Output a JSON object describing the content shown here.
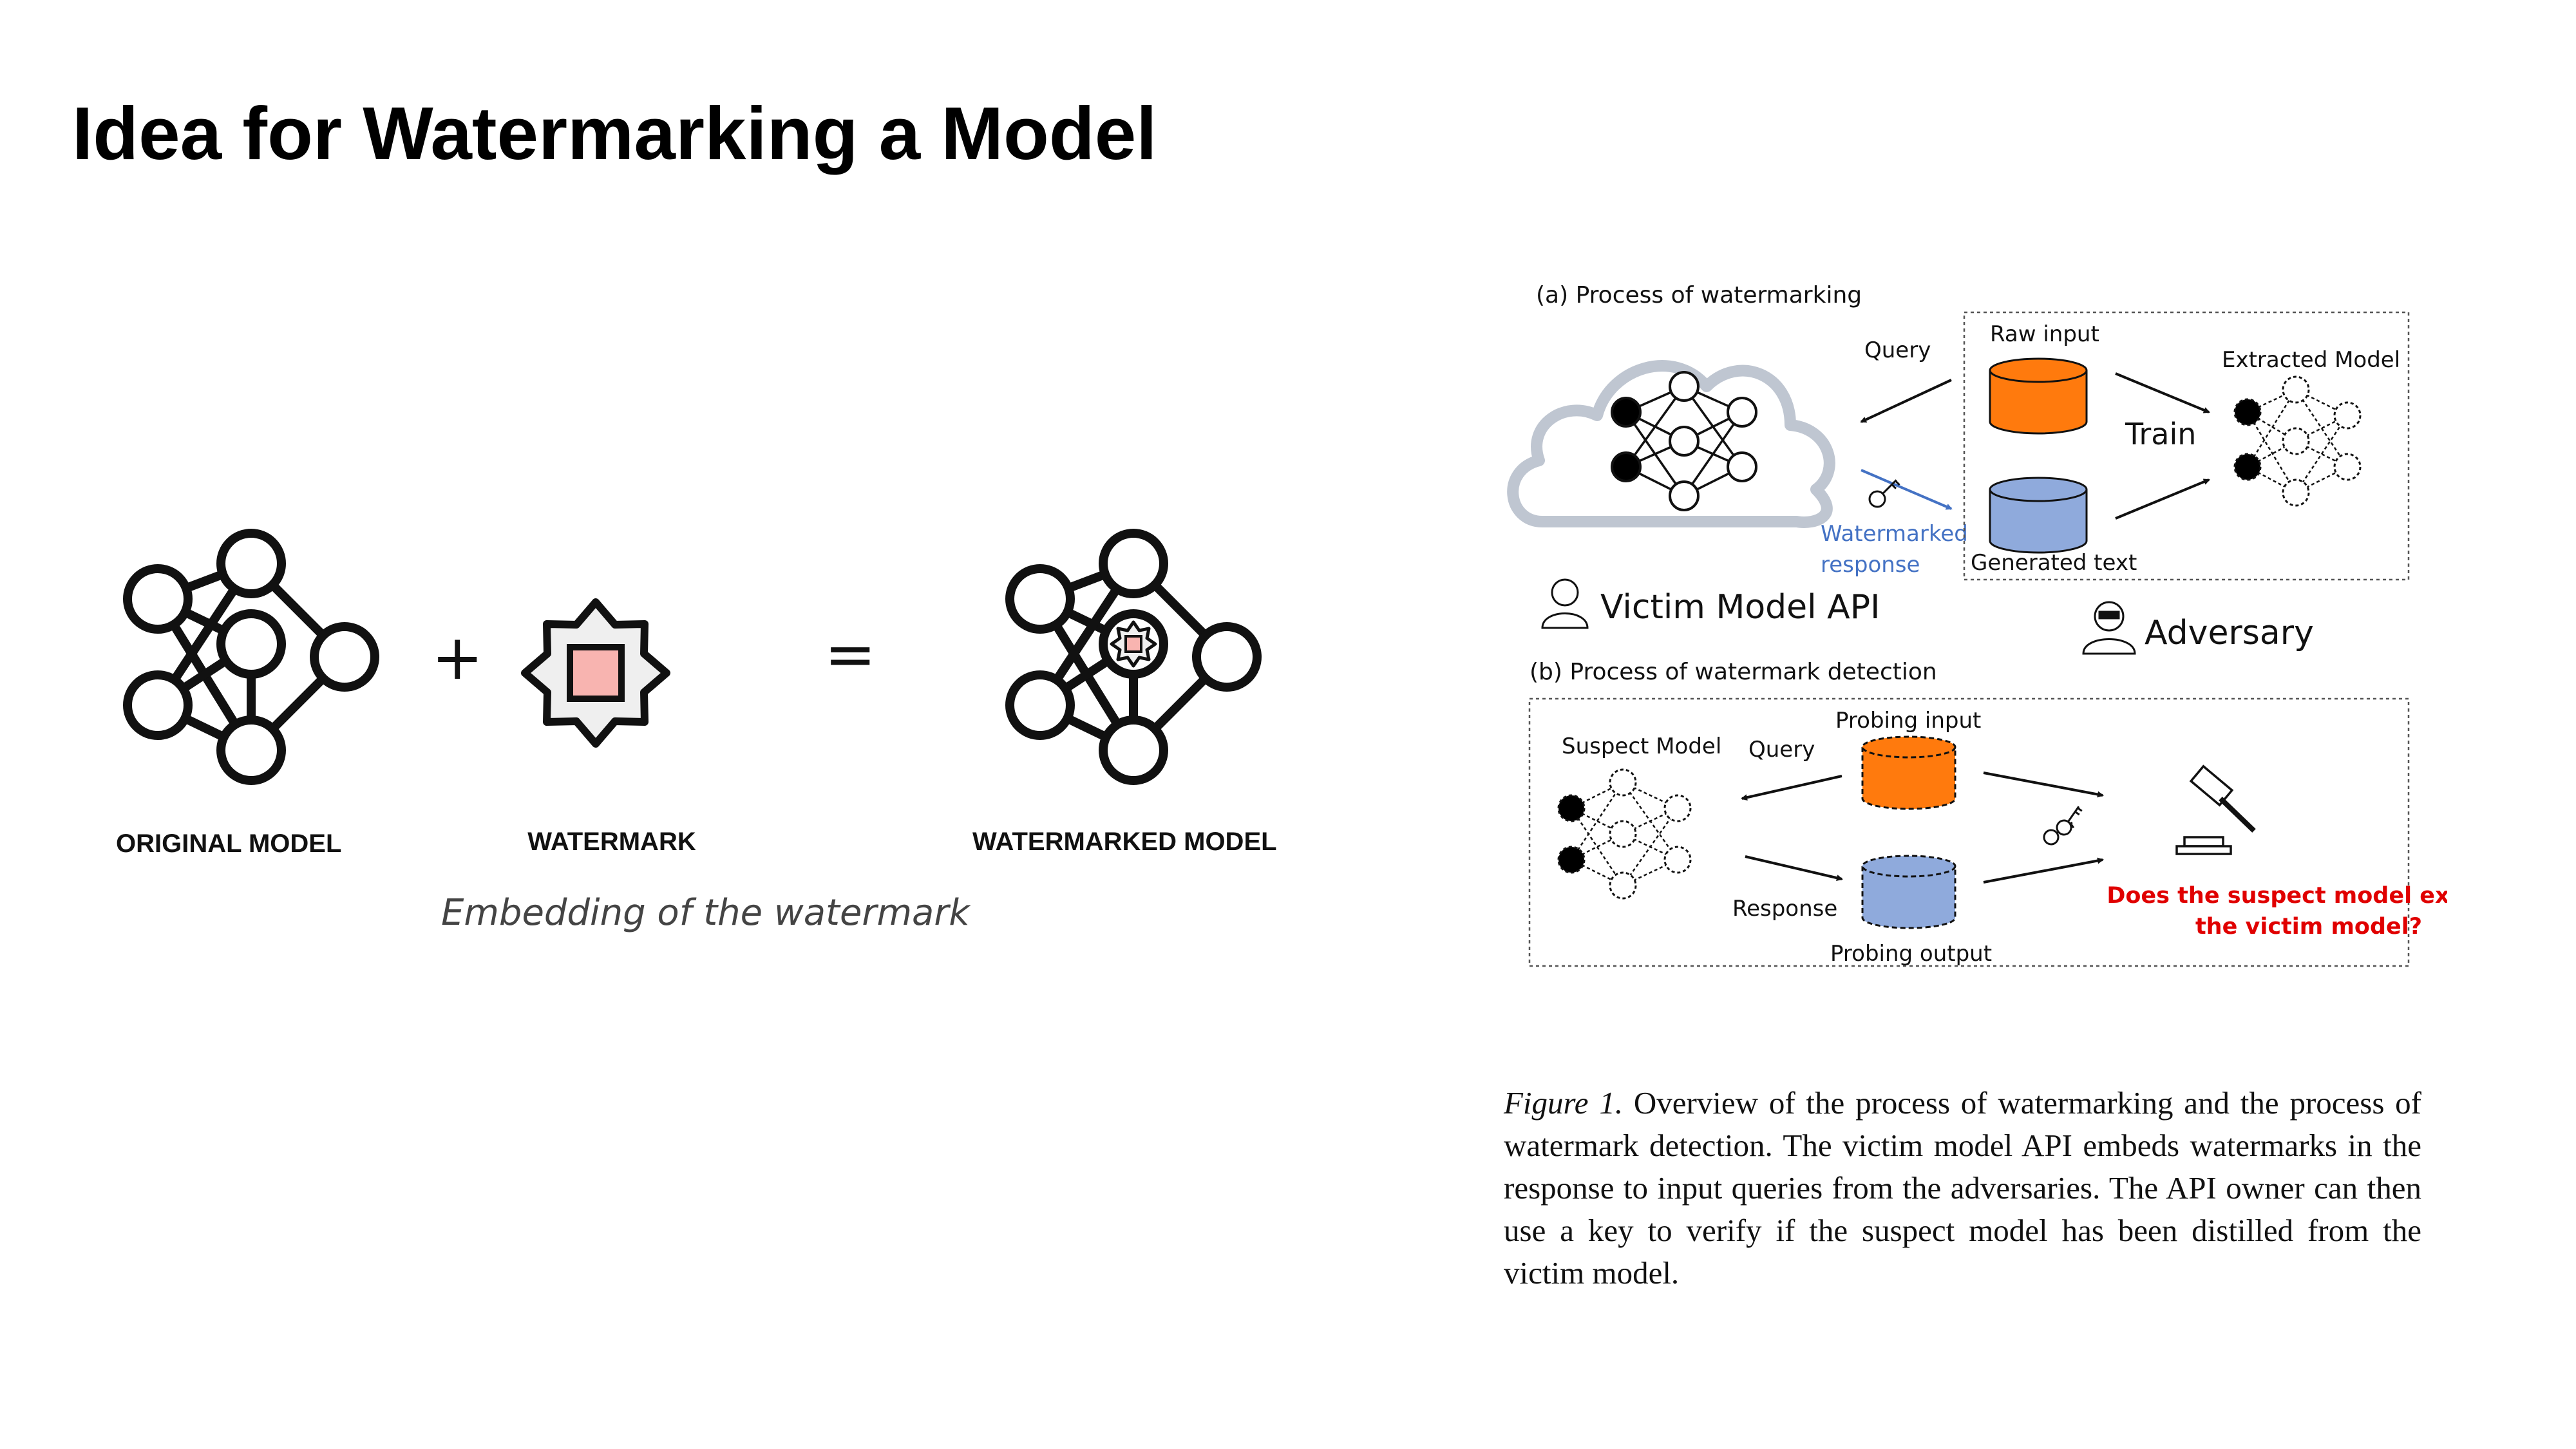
{
  "slide": {
    "title": "Idea for Watermarking a Model"
  },
  "left": {
    "original_label": "ORIGINAL MODEL",
    "watermark_label": "WATERMARK",
    "watermarked_label": "WATERMARKED MODEL",
    "plus": "+",
    "equals": "=",
    "caption": "Embedding of the watermark"
  },
  "figure": {
    "panel_a_title": "(a) Process of watermarking",
    "query_a": "Query",
    "raw_input": "Raw input",
    "extracted_model": "Extracted Model",
    "train": "Train",
    "generated_text": "Generated text",
    "watermarked_response_1": "Watermarked",
    "watermarked_response_2": "response",
    "victim_api": "Victim Model API",
    "adversary": "Adversary",
    "panel_b_title": "(b) Process of watermark detection",
    "suspect_model": "Suspect Model",
    "query_b": "Query",
    "probing_input": "Probing input",
    "response_b": "Response",
    "probing_output": "Probing output",
    "question_1": "Does the suspect model extract",
    "question_2": "the victim model?",
    "colors": {
      "orange": "#FF7A0D",
      "blue": "#8FAADC",
      "watermark_blue": "#4472C4",
      "question_red": "#E00000",
      "watermark_pink": "#F8B4B0"
    }
  },
  "caption": {
    "label": "Figure 1.",
    "text": " Overview of the process of watermarking and the process of watermark detection. The victim model API embeds watermarks in the response to input queries from the adversaries. The API owner can then use a key to verify if the suspect model has been distilled from the victim model."
  }
}
